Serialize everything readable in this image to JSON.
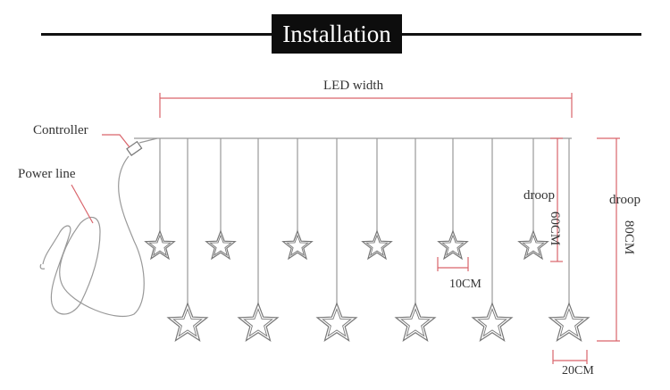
{
  "title": "Installation",
  "labels": {
    "led_width": "LED width",
    "controller": "Controller",
    "power_line": "Power line",
    "droop_short": "droop",
    "droop_long": "droop",
    "length_short": "60CM",
    "length_long": "80CM",
    "spacing_small": "10CM",
    "spacing_large": "20CM"
  },
  "colors": {
    "dimension": "#d9646b",
    "wire": "#999999",
    "star": "#777777",
    "title_bg": "#0d0d0d"
  }
}
